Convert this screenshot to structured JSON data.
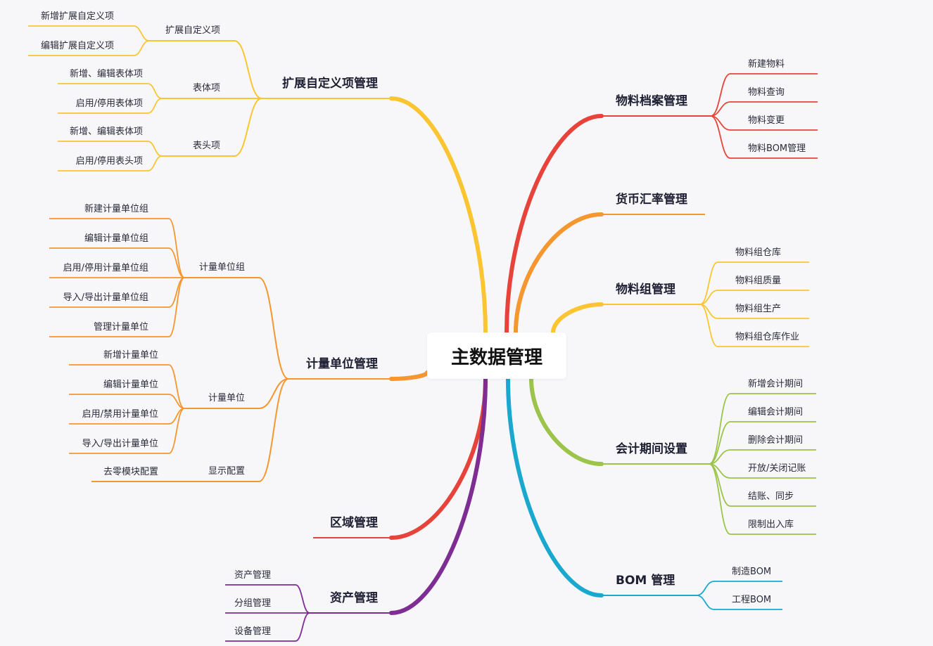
{
  "root": {
    "title": "主数据管理"
  },
  "branches": [
    {
      "key": "ext",
      "label": "扩展自定义项管理",
      "color": "#fbc531",
      "groups": [
        {
          "label": "扩展自定义项",
          "items": [
            "新增扩展自定义项",
            "编辑扩展自定义项"
          ]
        },
        {
          "label": "表体项",
          "items": [
            "新增、编辑表体项",
            "启用/停用表体项"
          ]
        },
        {
          "label": "表头项",
          "items": [
            "新增、编辑表体项",
            "启用/停用表头项"
          ]
        }
      ]
    },
    {
      "key": "unit",
      "label": "计量单位管理",
      "color": "#f5962f",
      "groups": [
        {
          "label": "计量单位组",
          "items": [
            "新建计量单位组",
            "编辑计量单位组",
            "启用/停用计量单位组",
            "导入/导出计量单位组",
            "管理计量单位"
          ]
        },
        {
          "label": "计量单位",
          "items": [
            "新增计量单位",
            "编辑计量单位",
            "启用/禁用计量单位",
            "导入/导出计量单位"
          ]
        },
        {
          "label": "显示配置",
          "items": [
            "去零模块配置"
          ]
        }
      ]
    },
    {
      "key": "region",
      "label": "区域管理",
      "color": "#e8433a",
      "items": []
    },
    {
      "key": "asset",
      "label": "资产管理",
      "color": "#7e2e92",
      "items": [
        "资产管理",
        "分组管理",
        "设备管理"
      ]
    },
    {
      "key": "material",
      "label": "物料档案管理",
      "color": "#e8433a",
      "items": [
        "新建物料",
        "物料查询",
        "物料变更",
        "物料BOM管理"
      ]
    },
    {
      "key": "currency",
      "label": "货币汇率管理",
      "color": "#f5962f",
      "items": []
    },
    {
      "key": "mgroup",
      "label": "物料组管理",
      "color": "#fbc531",
      "items": [
        "物料组仓库",
        "物料组质量",
        "物料组生产",
        "物料组仓库作业"
      ]
    },
    {
      "key": "period",
      "label": "会计期间设置",
      "color": "#9cc44a",
      "items": [
        "新增会计期间",
        "编辑会计期间",
        "删除会计期间",
        "开放/关闭记账",
        "结账、同步",
        "限制出入库"
      ]
    },
    {
      "key": "bom",
      "label": "BOM 管理",
      "color": "#1aa8cf",
      "items": [
        "制造BOM",
        "工程BOM"
      ]
    }
  ]
}
